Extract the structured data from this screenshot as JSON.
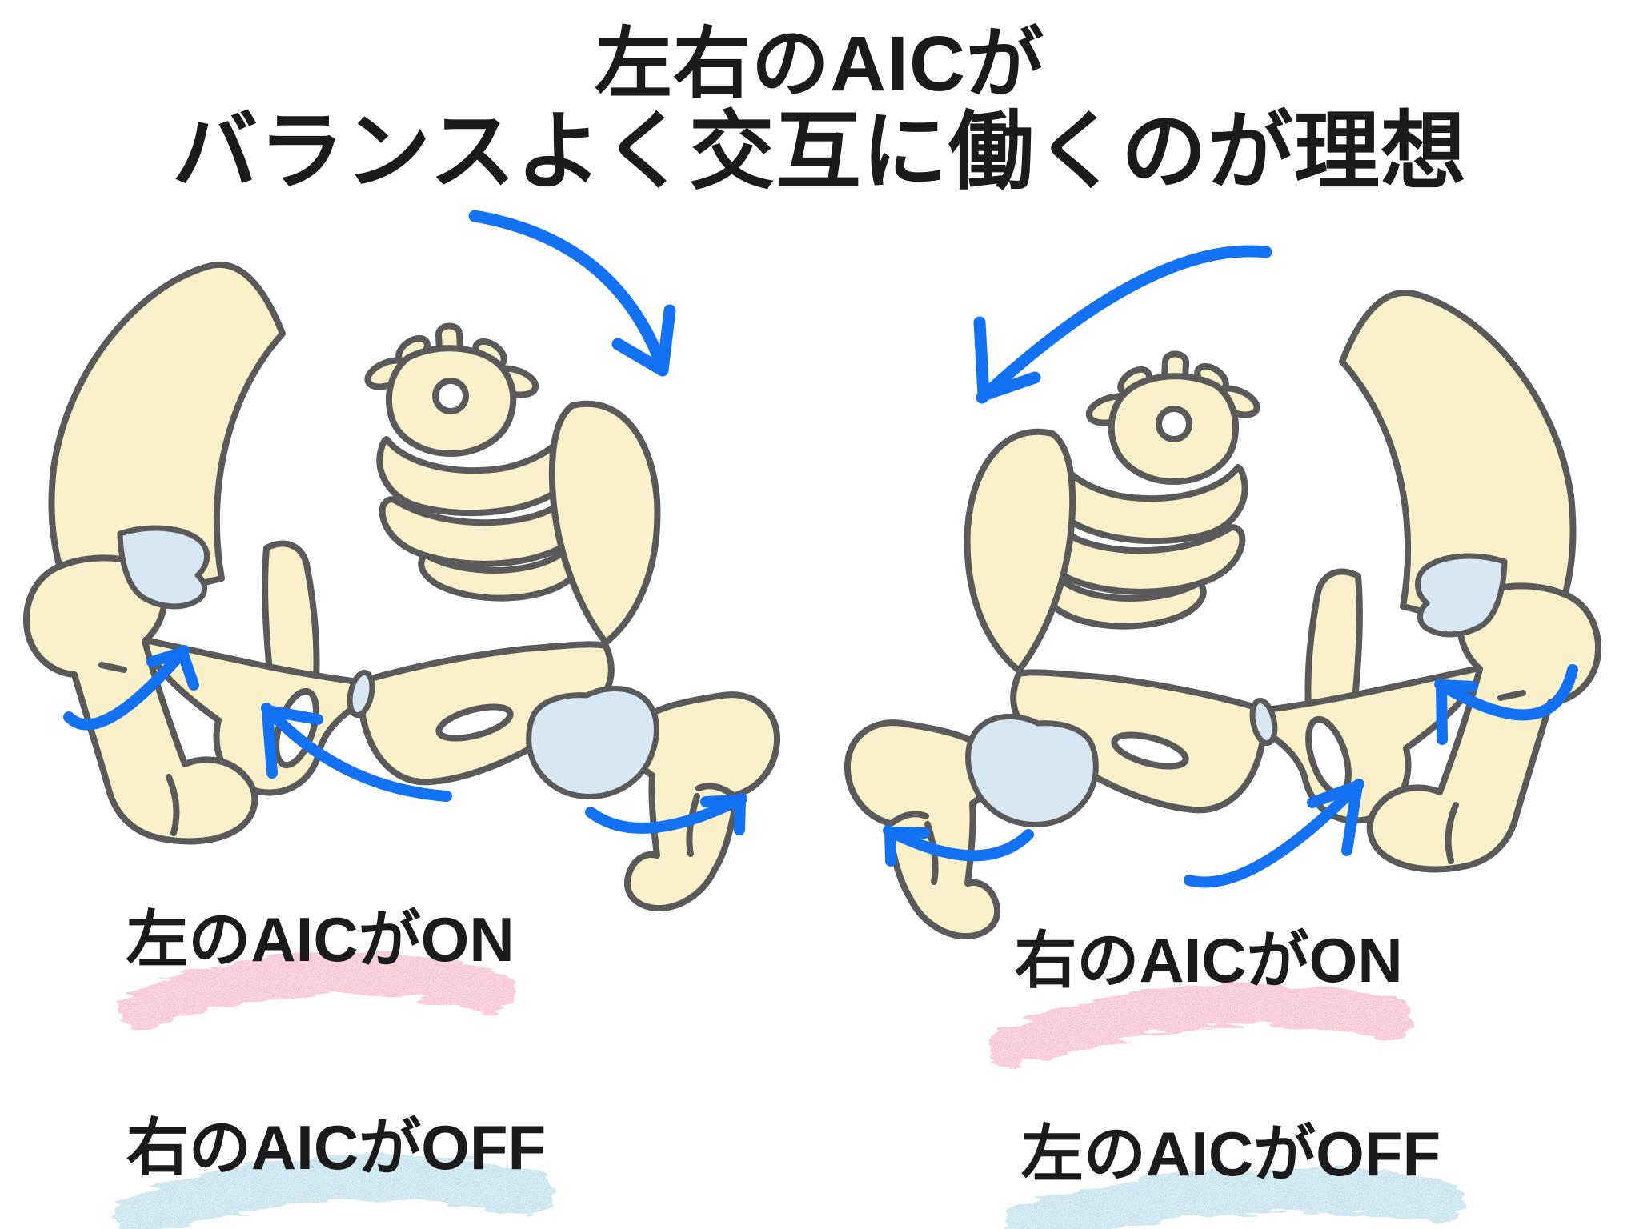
{
  "title": {
    "line1": "左右のAICが",
    "line2": "バランスよく交互に働くのが理想"
  },
  "panels": {
    "left": {
      "illustration": "pelvis-rotating-left",
      "on_label": "左のAICがON",
      "off_label": "右のAICがOFF"
    },
    "right": {
      "illustration": "pelvis-rotating-right",
      "on_label": "右のAICがON",
      "off_label": "左のAICがOFF"
    }
  },
  "icons": {
    "arrows": "curved-rotation-arrow"
  },
  "colors": {
    "background": "#FFFFFF",
    "text": "#1B1B1D",
    "arrow_blue": "#1371F3",
    "bone_fill": "#FAF0C9",
    "bone_outline": "#5A5A5A",
    "cartilage_blue": "#D7E7F3",
    "highlight_pink": "#F2A0B5",
    "highlight_light_blue": "#A8D4E5"
  }
}
